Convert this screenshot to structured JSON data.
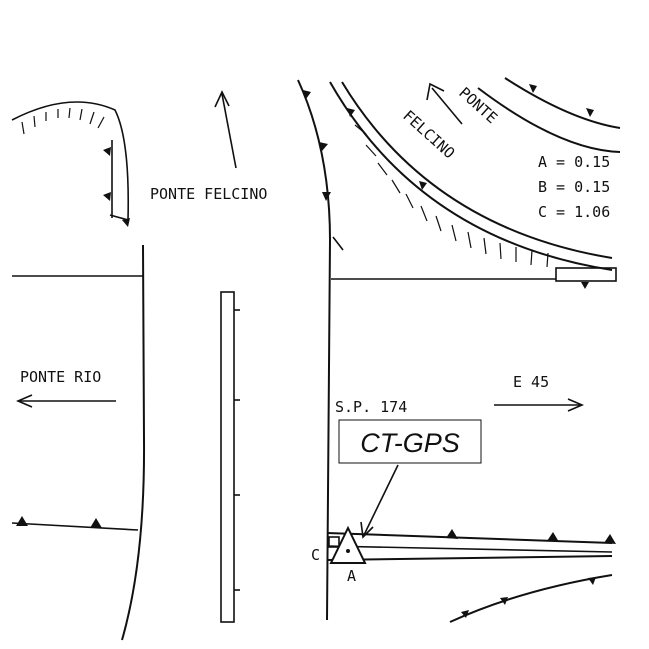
{
  "labels": {
    "ponte_felcino_main": "PONTE FELCINO",
    "ponte_curved": "PONTE",
    "felcino_curved": "FELCINO",
    "ponte_rio": "PONTE RIO",
    "e45": "E 45",
    "sp174": "S.P. 174",
    "station": "CT-GPS",
    "point_c": "C",
    "point_a": "A"
  },
  "legend": {
    "a": "A = 0.15",
    "b": "B = 0.15",
    "c": "C = 1.06"
  },
  "colors": {
    "ink": "#111111",
    "background": "#ffffff"
  },
  "icons": {
    "station_marker": "triangle-benchmark-icon",
    "embankment": "tick-hatch-icon"
  }
}
